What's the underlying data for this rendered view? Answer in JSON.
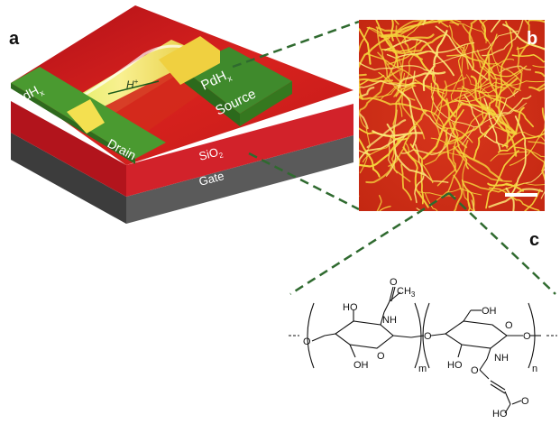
{
  "panels": {
    "a": {
      "letter": "a",
      "labels": {
        "drain_electrode": "PdH",
        "drain_subscript": "x",
        "source_electrode": "PdH",
        "source_subscript": "x",
        "source": "Source",
        "drain": "Drain",
        "proton": "H",
        "proton_charge": "+",
        "oxide": "SiO",
        "oxide_subscript": "2",
        "gate": "Gate"
      }
    },
    "b": {
      "letter": "b"
    },
    "c": {
      "letter": "c",
      "structure": {
        "acetyl": "CH",
        "acetyl_subscript": "3",
        "carbonyl_o": "O",
        "nh_left": "NH",
        "nh_right": "NH",
        "ho_left_top": "HO",
        "oh_left_bottom": "OH",
        "oh_right_top": "OH",
        "ho_right_bottom": "HO",
        "ring_o_left": "O",
        "ring_o_right": "O",
        "link_o_left": "O",
        "link_o_mid": "O",
        "link_o_right": "O",
        "maleyl_o": "O",
        "acid_o": "O",
        "acid_ho": "HO",
        "repeat_m": "m",
        "repeat_n": "n"
      }
    }
  },
  "colors": {
    "substrate_red": "#c8141e",
    "oxide_red": "#d21e26",
    "gate_gray": "#4a4a4a",
    "electrode_green": "#3f8a2c",
    "fiber_yellow": "#f4d23c",
    "dash_green": "#2f6a2f"
  }
}
